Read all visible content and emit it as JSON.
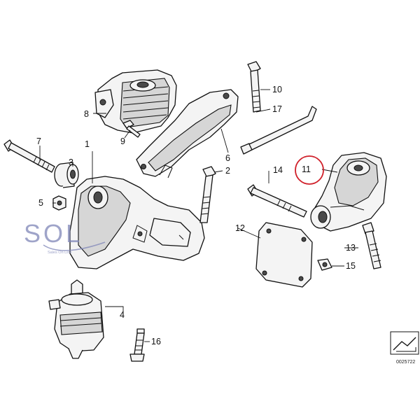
{
  "callouts": [
    {
      "id": "1",
      "text": "1"
    },
    {
      "id": "2",
      "text": "2"
    },
    {
      "id": "3",
      "text": "3"
    },
    {
      "id": "4",
      "text": "4"
    },
    {
      "id": "5",
      "text": "5"
    },
    {
      "id": "6",
      "text": "6"
    },
    {
      "id": "7",
      "text": "7"
    },
    {
      "id": "8",
      "text": "8"
    },
    {
      "id": "9",
      "text": "9"
    },
    {
      "id": "10",
      "text": "10"
    },
    {
      "id": "11",
      "text": "11"
    },
    {
      "id": "12",
      "text": "12"
    },
    {
      "id": "13",
      "text": "13"
    },
    {
      "id": "14",
      "text": "14"
    },
    {
      "id": "15",
      "text": "15"
    },
    {
      "id": "16",
      "text": "16"
    },
    {
      "id": "17",
      "text": "17"
    }
  ],
  "highlight": {
    "callout": "11",
    "color": "#d0202a"
  },
  "watermark": {
    "text": "SOL",
    "subtext": "Sales On Line",
    "color": "#7f86b8"
  },
  "drawing_number": "0025722",
  "colors": {
    "line": "#111111",
    "background": "#ffffff"
  }
}
